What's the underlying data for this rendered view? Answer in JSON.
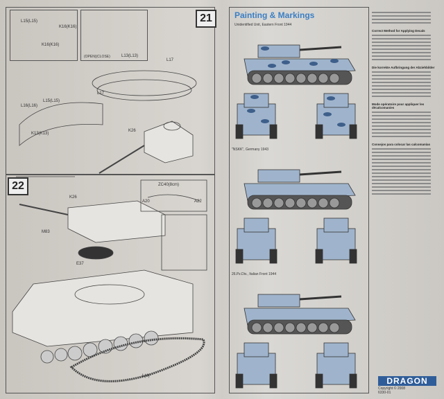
{
  "left": {
    "step21": "21",
    "step22": "22",
    "parts": [
      "L17",
      "L17",
      "K26",
      "K26",
      "E37",
      "M83",
      "L(4)",
      "A20",
      "A22",
      "ZC40(8cm)",
      "L16(L16)",
      "L15(L15)",
      "K13(K13)",
      "K16(K16)",
      "K16(K16)",
      "L15(L15)",
      "L13(L13)"
    ],
    "open_closed": "(OPEN)(CLOSE)"
  },
  "right": {
    "title": "Painting & Markings",
    "profiles": [
      {
        "caption": "Unidentified Unit, Eastern Front 1944",
        "camo": "#3e5f8a"
      },
      {
        "caption": "\"NSKK\", Germany 1943",
        "camo": null
      },
      {
        "caption": "26.Pz.Div., Italian Front 1944",
        "camo": null
      }
    ],
    "tank_color": "#9fb4cc",
    "sidebar_headings": [
      "Correct Method for Applying Decals",
      "Die korrekte Aufbringung der Abziehbilder",
      "Mode opératoire pour appliquer les décalcomanies",
      "Consejos para colocar las calcomanías"
    ],
    "brand": "DRAGON",
    "copyright": "Copyright © 2008",
    "code": "6330-01"
  }
}
